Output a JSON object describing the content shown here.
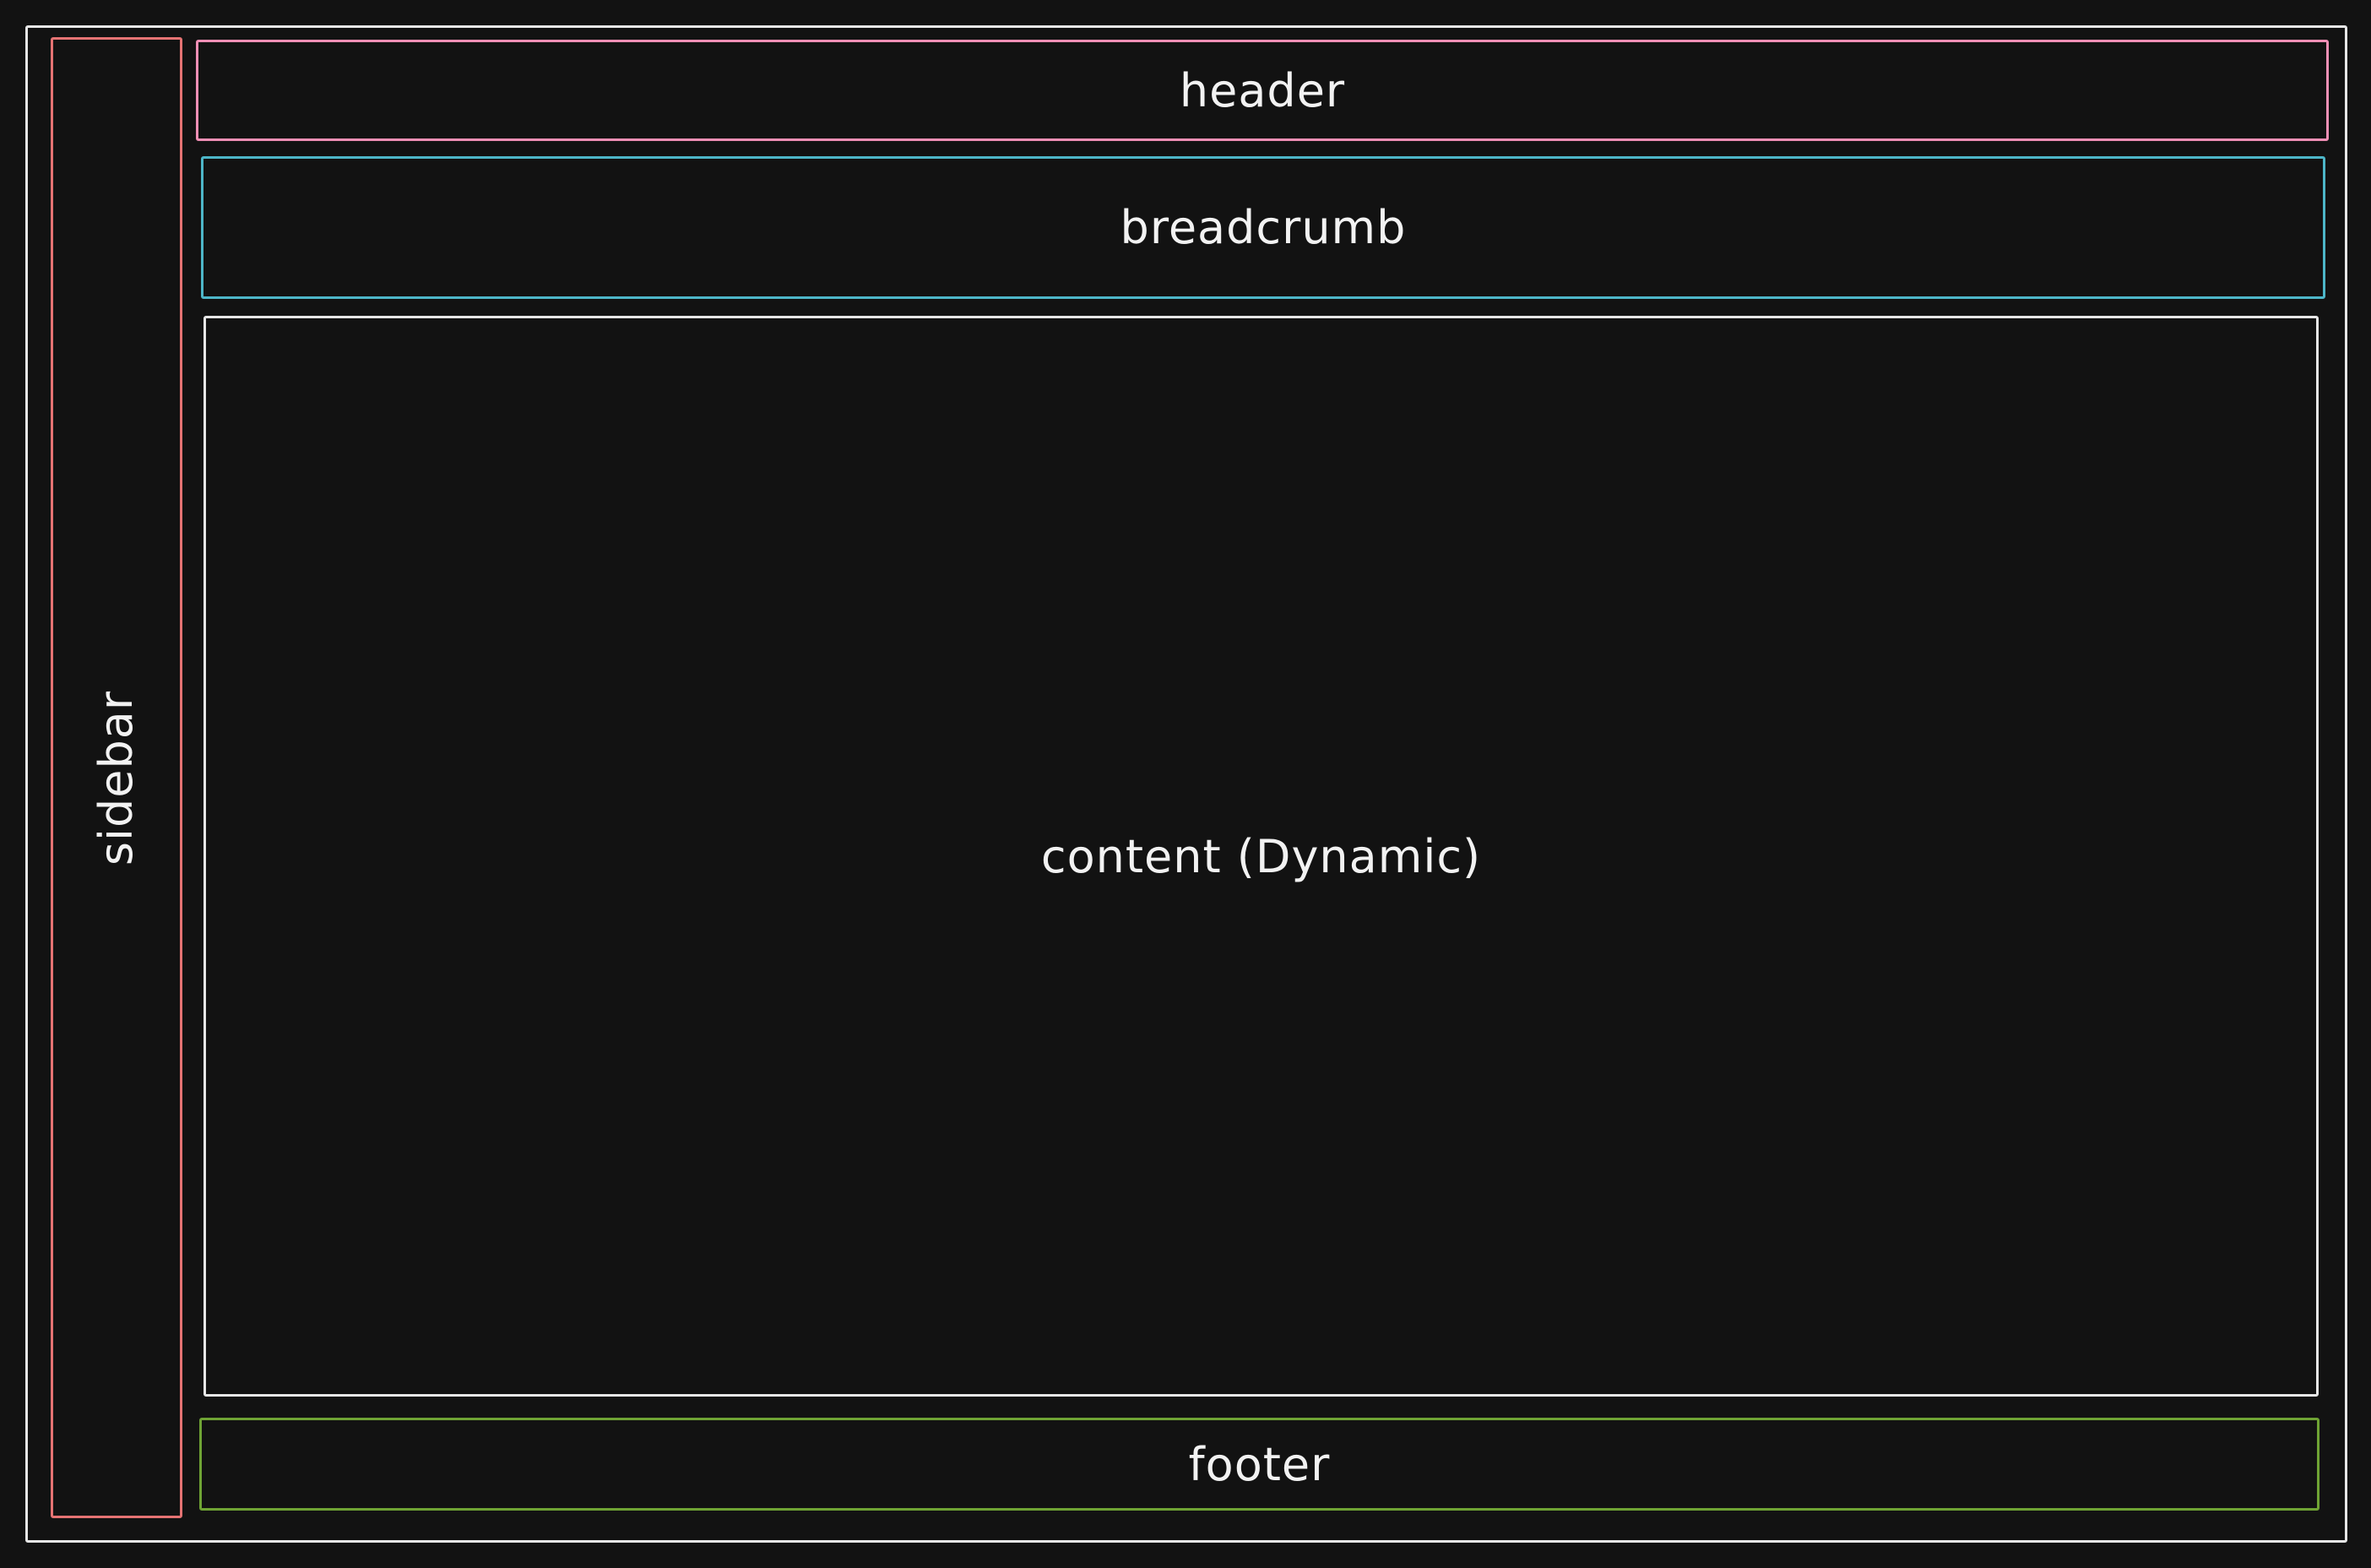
{
  "frame": {
    "border_color": "#e6e6e6"
  },
  "regions": {
    "sidebar": {
      "label": "sidebar",
      "border_color": "#e57373"
    },
    "header": {
      "label": "header",
      "border_color": "#f08fb5"
    },
    "breadcrumb": {
      "label": "breadcrumb",
      "border_color": "#4db6c8"
    },
    "content": {
      "label": "content (Dynamic)",
      "border_color": "#e6e6e6"
    },
    "footer": {
      "label": "footer",
      "border_color": "#6fa334"
    }
  },
  "text_color": "#f2f2f2",
  "background": "#121212"
}
